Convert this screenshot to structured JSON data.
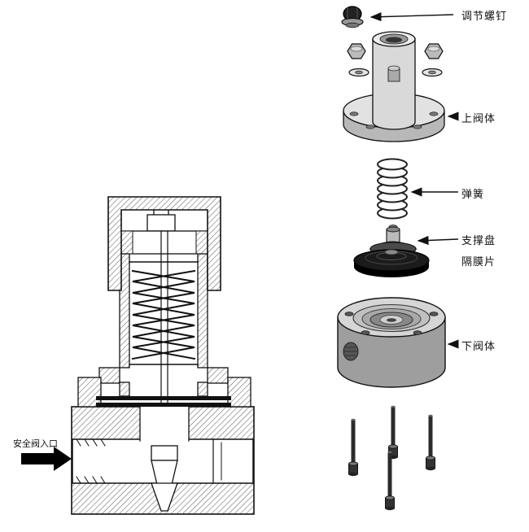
{
  "diagram": {
    "callouts": {
      "adjust_screw": "调节螺钉",
      "upper_body": "上阀体",
      "spring": "弹簧",
      "support_plate": "支撑盘",
      "diaphragm": "隔膜片",
      "lower_body": "下阀体",
      "inlet": "安全阀入口"
    },
    "colors": {
      "line": "#1a1a1a",
      "metal_light": "#e2e2e2",
      "metal_mid": "#bfbfbf",
      "metal_dark": "#4a4a4a",
      "black_part": "#111111",
      "background": "#ffffff"
    }
  }
}
